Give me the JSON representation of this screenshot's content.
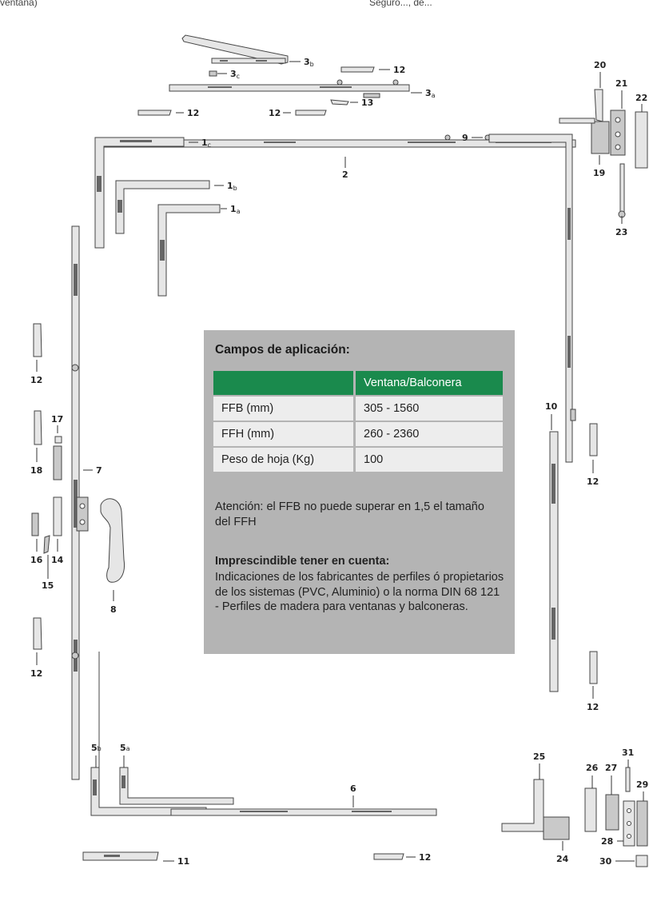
{
  "header_fragments": {
    "left": "ventana)",
    "right": "Seguro..., de..."
  },
  "info_panel": {
    "title": "Campos de aplicación:",
    "table": {
      "header": [
        "",
        "Ventana/Balconera"
      ],
      "rows": [
        {
          "label": "FFB (mm)",
          "value": "305 - 1560"
        },
        {
          "label": "FFH (mm)",
          "value": "260 - 2360"
        },
        {
          "label": "Peso de hoja (Kg)",
          "value": "100"
        }
      ]
    },
    "note": "Atención: el FFB no puede superar en 1,5 el tamaño del FFH",
    "important_title": "Imprescindible tener en cuenta:",
    "important_text": "Indicaciones de los fabricantes de perfiles ó propietarios de los sistemas (PVC, Aluminio) o la norma DIN 68 121 - Perfiles de madera para ventanas y balconeras.",
    "header_color": "#1a8a4d",
    "panel_color": "#b4b4b4"
  },
  "callouts": {
    "c1a": {
      "num": "1",
      "sub": "a"
    },
    "c1b": {
      "num": "1",
      "sub": "b"
    },
    "c1c": {
      "num": "1",
      "sub": "c"
    },
    "c2": {
      "num": "2",
      "sub": ""
    },
    "c3a": {
      "num": "3",
      "sub": "a"
    },
    "c3b": {
      "num": "3",
      "sub": "b"
    },
    "c3c": {
      "num": "3",
      "sub": "c"
    },
    "c5a": {
      "num": "5",
      "sub": "a"
    },
    "c5b": {
      "num": "5",
      "sub": "b"
    },
    "c6": {
      "num": "6",
      "sub": ""
    },
    "c7": {
      "num": "7",
      "sub": ""
    },
    "c8": {
      "num": "8",
      "sub": ""
    },
    "c9": {
      "num": "9",
      "sub": ""
    },
    "c10": {
      "num": "10",
      "sub": ""
    },
    "c11": {
      "num": "11",
      "sub": ""
    },
    "c12": {
      "num": "12",
      "sub": ""
    },
    "c13": {
      "num": "13",
      "sub": ""
    },
    "c14": {
      "num": "14",
      "sub": ""
    },
    "c15": {
      "num": "15",
      "sub": ""
    },
    "c16": {
      "num": "16",
      "sub": ""
    },
    "c17": {
      "num": "17",
      "sub": ""
    },
    "c18": {
      "num": "18",
      "sub": ""
    },
    "c19": {
      "num": "19",
      "sub": ""
    },
    "c20": {
      "num": "20",
      "sub": ""
    },
    "c21": {
      "num": "21",
      "sub": ""
    },
    "c22": {
      "num": "22",
      "sub": ""
    },
    "c23": {
      "num": "23",
      "sub": ""
    },
    "c24": {
      "num": "24",
      "sub": ""
    },
    "c25": {
      "num": "25",
      "sub": ""
    },
    "c26": {
      "num": "26",
      "sub": ""
    },
    "c27": {
      "num": "27",
      "sub": ""
    },
    "c28": {
      "num": "28",
      "sub": ""
    },
    "c29": {
      "num": "29",
      "sub": ""
    },
    "c30": {
      "num": "30",
      "sub": ""
    },
    "c31": {
      "num": "31",
      "sub": ""
    }
  }
}
